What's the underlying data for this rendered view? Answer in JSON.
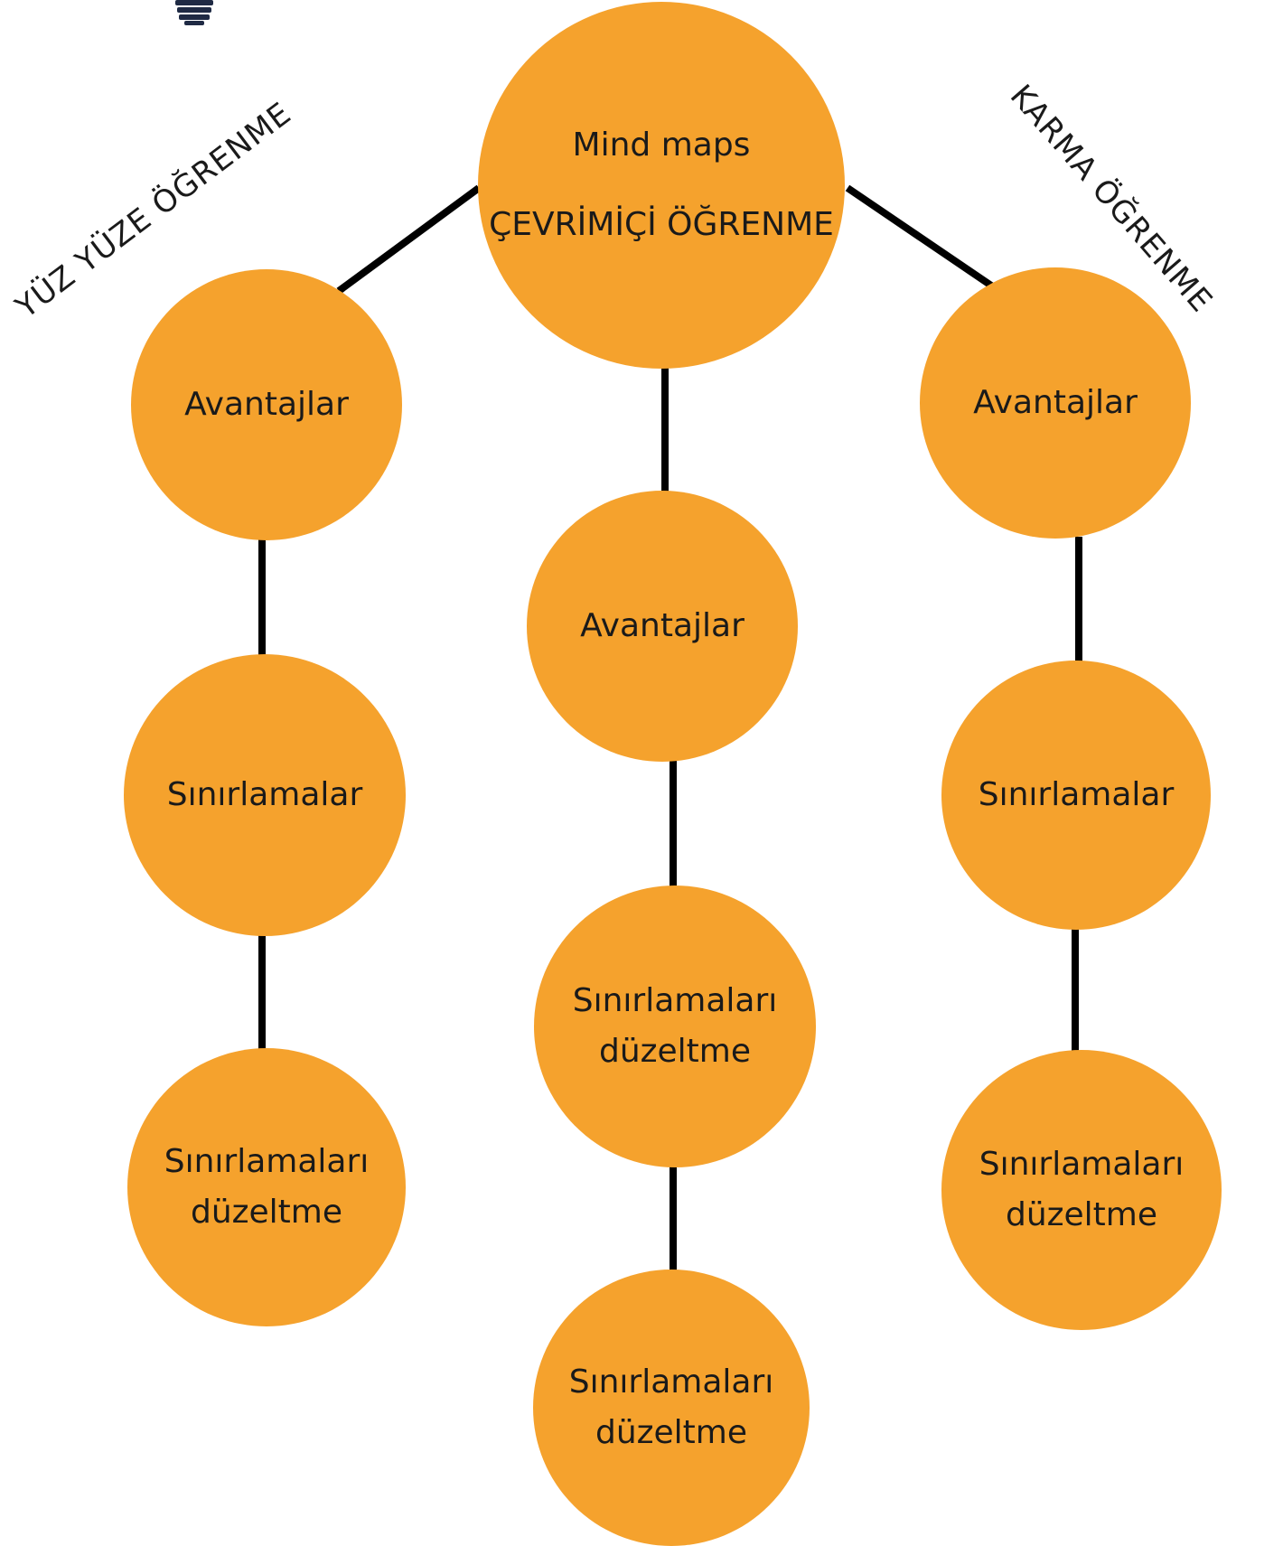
{
  "diagram": {
    "center": {
      "line1": "Mind maps",
      "line2": "ÇEVRİMİÇİ ÖĞRENME"
    },
    "left_branch": {
      "title": "YÜZ YÜZE ÖĞRENME",
      "nodes": [
        "Avantajlar",
        "Sınırlamalar",
        {
          "line1": "Sınırlamaları",
          "line2": "düzeltme"
        }
      ]
    },
    "middle_branch": {
      "nodes": [
        "Avantajlar",
        {
          "line1": "Sınırlamaları",
          "line2": "düzeltme"
        },
        {
          "line1": "Sınırlamaları",
          "line2": "düzeltme"
        }
      ]
    },
    "right_branch": {
      "title": "KARMA ÖĞRENME",
      "nodes": [
        "Avantajlar",
        "Sınırlamalar",
        {
          "line1": "Sınırlamaları",
          "line2": "düzeltme"
        }
      ]
    }
  },
  "colors": {
    "node_fill": "#f5a22d",
    "connector": "#000000",
    "text": "#1a1a1a",
    "bulb": "#1f2a44"
  },
  "icons": [
    "lightbulb-icon"
  ]
}
